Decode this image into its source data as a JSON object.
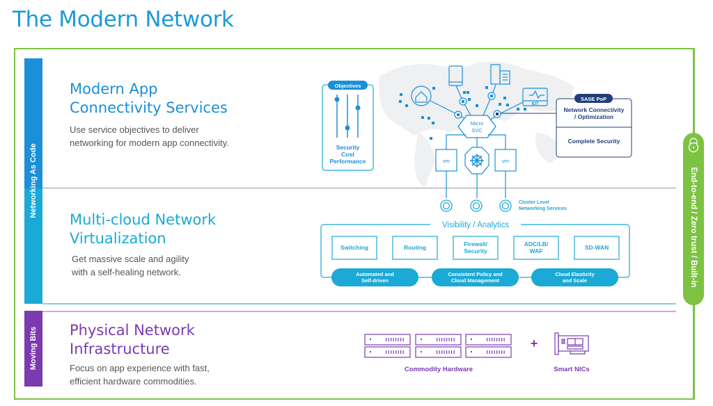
{
  "title": "The Modern Network",
  "side_labels": {
    "networking_as_code": "Networking As Code",
    "moving_bits": "Moving Bits",
    "zero_trust": "End-to-end / Zero trust / Built-in"
  },
  "sections": [
    {
      "title_line1": "Modern App",
      "title_line2": "Connectivity Services",
      "desc_line1": "Use service objectives to deliver",
      "desc_line2": "networking for modern app connectivity."
    },
    {
      "title_line1": "Multi-cloud Network",
      "title_line2": "Virtualization",
      "desc_line1": "Get massive scale and agility",
      "desc_line2": "with a self-healing network."
    },
    {
      "title_line1": "Physical Network",
      "title_line2": "Infrastructure",
      "desc_line1": "Focus on app experience with fast,",
      "desc_line2": "efficient hardware commodities."
    }
  ],
  "objectives": {
    "badge": "Objectives",
    "lines": [
      "Security",
      "Cost",
      "Performance"
    ]
  },
  "microsvc": {
    "line1": "Micro",
    "line2": "SVC"
  },
  "vm_label": "vm",
  "iot_label": "IOT",
  "sase": {
    "badge": "SASE PoP",
    "row1_line1": "Network Connectivity",
    "row1_line2": "/ Optimization",
    "row2": "Complete Security"
  },
  "cluster": {
    "line1": "Cluster Level",
    "line2": "Networking Services"
  },
  "visibility_label": "Visibility / Analytics",
  "services": [
    {
      "line1": "Switching",
      "line2": ""
    },
    {
      "line1": "Routing",
      "line2": ""
    },
    {
      "line1": "Firewall/",
      "line2": "Security"
    },
    {
      "line1": "ADC/LB/",
      "line2": "WAF"
    },
    {
      "line1": "SD-WAN",
      "line2": ""
    }
  ],
  "pills": [
    {
      "line1": "Automated and",
      "line2": "Self-driven"
    },
    {
      "line1": "Consistent Policy and",
      "line2": "Cloud Management"
    },
    {
      "line1": "Cloud Elasticity",
      "line2": "and Scale"
    }
  ],
  "hardware": {
    "commodity_label": "Commodity Hardware",
    "plus": "+",
    "nic_label": "Smart NICs"
  },
  "colors": {
    "blue": "#1b8fd8",
    "cyan": "#1ba9d6",
    "purple": "#7b3ab0",
    "green": "#7dc242",
    "navy": "#223d7a"
  }
}
